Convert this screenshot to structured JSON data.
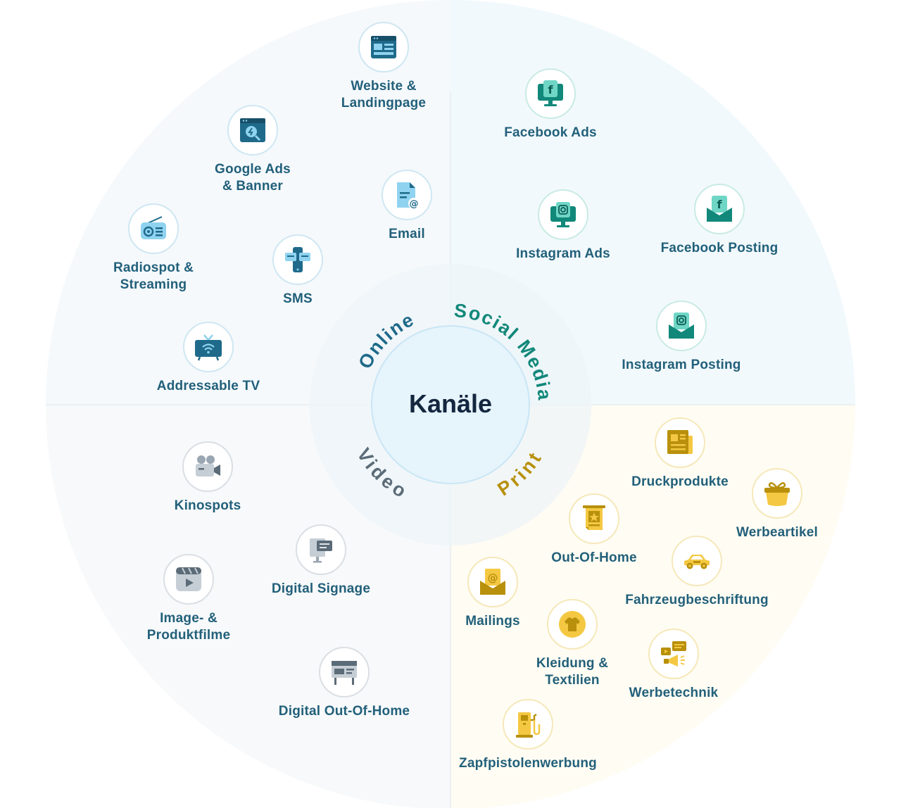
{
  "center": {
    "title": "Kanäle"
  },
  "colors": {
    "online": "#1f6a8a",
    "social": "#12887a",
    "video": "#5b6b78",
    "print": "#b8900c"
  },
  "categories": {
    "online": {
      "label": "Online",
      "items": [
        {
          "label": "Website &\nLandingpage",
          "icon": "website-icon"
        },
        {
          "label": "Google Ads\n& Banner",
          "icon": "google-ads-icon"
        },
        {
          "label": "Email",
          "icon": "email-icon"
        },
        {
          "label": "Radiospot &\nStreaming",
          "icon": "radio-icon"
        },
        {
          "label": "SMS",
          "icon": "sms-icon"
        },
        {
          "label": "Addressable TV",
          "icon": "tv-icon"
        }
      ]
    },
    "social": {
      "label": "Social Media",
      "items": [
        {
          "label": "Facebook Ads",
          "icon": "facebook-ads-icon"
        },
        {
          "label": "Instagram Ads",
          "icon": "instagram-ads-icon"
        },
        {
          "label": "Facebook Posting",
          "icon": "facebook-posting-icon"
        },
        {
          "label": "Instagram Posting",
          "icon": "instagram-posting-icon"
        }
      ]
    },
    "video": {
      "label": "Video",
      "items": [
        {
          "label": "Kinospots",
          "icon": "movie-camera-icon"
        },
        {
          "label": "Digital Signage",
          "icon": "digital-signage-icon"
        },
        {
          "label": "Image- &\nProduktfilme",
          "icon": "video-play-icon"
        },
        {
          "label": "Digital Out-Of-Home",
          "icon": "billboard-icon"
        }
      ]
    },
    "print": {
      "label": "Print",
      "items": [
        {
          "label": "Druckprodukte",
          "icon": "newspaper-icon"
        },
        {
          "label": "Werbeartikel",
          "icon": "gift-icon"
        },
        {
          "label": "Out-Of-Home",
          "icon": "poster-icon"
        },
        {
          "label": "Fahrzeugbeschriftung",
          "icon": "car-icon"
        },
        {
          "label": "Mailings",
          "icon": "mail-icon"
        },
        {
          "label": "Kleidung &\nTextilien",
          "icon": "tshirt-icon"
        },
        {
          "label": "Werbetechnik",
          "icon": "megaphone-icon"
        },
        {
          "label": "Zapfpistolenwerbung",
          "icon": "fuel-pump-icon"
        }
      ]
    }
  }
}
